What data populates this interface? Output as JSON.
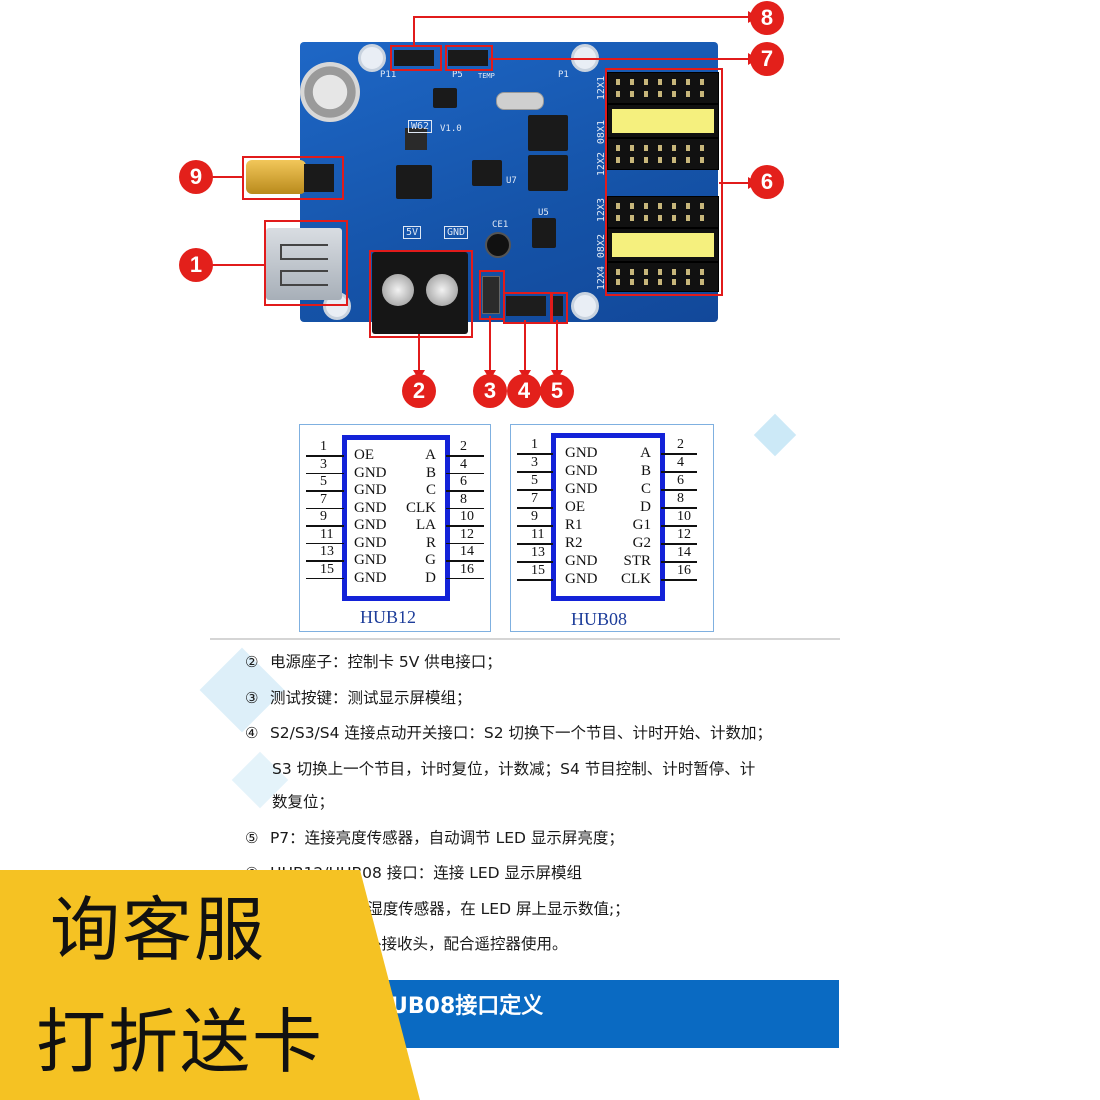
{
  "board": {
    "silkscreen": {
      "model": "W62",
      "version": "V1.0",
      "p11": "P11",
      "p5": "P5",
      "temp": "TEMP",
      "p1": "P1",
      "label_5v": "5V",
      "label_gnd": "GND",
      "u5": "U5",
      "u7": "U7",
      "ce1": "CE1",
      "header_labels": [
        "12X1",
        "08X1",
        "12X2",
        "12X3",
        "08X2",
        "12X4"
      ]
    },
    "callouts": [
      "1",
      "2",
      "3",
      "4",
      "5",
      "6",
      "7",
      "8",
      "9"
    ]
  },
  "hub12": {
    "title": "HUB12",
    "left_numbers": [
      "1",
      "3",
      "5",
      "7",
      "9",
      "11",
      "13",
      "15"
    ],
    "right_numbers": [
      "2",
      "4",
      "6",
      "8",
      "10",
      "12",
      "14",
      "16"
    ],
    "left_signals": [
      "OE",
      "GND",
      "GND",
      "GND",
      "GND",
      "GND",
      "GND",
      "GND"
    ],
    "right_signals": [
      "A",
      "B",
      "C",
      "CLK",
      "LA",
      "R",
      "G",
      "D"
    ]
  },
  "hub08": {
    "title": "HUB08",
    "left_numbers": [
      "1",
      "3",
      "5",
      "7",
      "9",
      "11",
      "13",
      "15"
    ],
    "right_numbers": [
      "2",
      "4",
      "6",
      "8",
      "10",
      "12",
      "14",
      "16"
    ],
    "left_signals": [
      "GND",
      "GND",
      "GND",
      "OE",
      "R1",
      "R2",
      "GND",
      "GND"
    ],
    "right_signals": [
      "A",
      "B",
      "C",
      "D",
      "G1",
      "G2",
      "STR",
      "CLK"
    ]
  },
  "description": [
    {
      "marker": "②",
      "text": "电源座子：控制卡 5V 供电接口；"
    },
    {
      "marker": "③",
      "text": "测试按键：测试显示屏模组；"
    },
    {
      "marker": "④",
      "text": "S2/S3/S4 连接点动开关接口：S2 切换下一个节目、计时开始、计数加；"
    },
    {
      "marker": "",
      "text": "S3 切换上一个节目，计时复位，计数减；S4 节目控制、计时暂停、计"
    },
    {
      "marker": "",
      "text": "数复位；"
    },
    {
      "marker": "⑤",
      "text": "P7：连接亮度传感器，自动调节 LED 显示屏亮度；"
    },
    {
      "marker": "⑥",
      "text": "HUB12/HUB08 接口：连接 LED 显示屏模组"
    },
    {
      "marker": "",
      "text": "/湿度传感器，在 LED 屏上显示数值;；"
    },
    {
      "marker": "",
      "text": "外接收头，配合遥控器使用。"
    }
  ],
  "section_header": "UB08接口定义",
  "promo": {
    "line1": "询客服",
    "line2": "打折送卡",
    "color": "#f5c223"
  },
  "colors": {
    "board_blue": "#1553a8",
    "callout_red": "#e3201b",
    "ic_border": "#1322d8",
    "bar_blue": "#0a6ac2"
  }
}
